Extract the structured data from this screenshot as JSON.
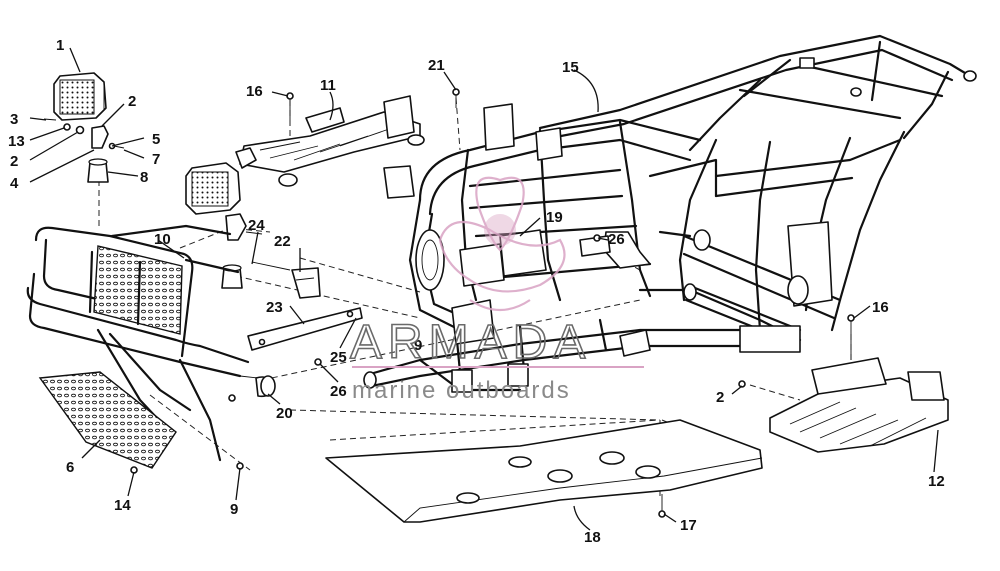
{
  "diagram": {
    "callouts": [
      {
        "id": "c1",
        "text": "1"
      },
      {
        "id": "c2a",
        "text": "2"
      },
      {
        "id": "c3",
        "text": "3"
      },
      {
        "id": "c13",
        "text": "13"
      },
      {
        "id": "c2b",
        "text": "2"
      },
      {
        "id": "c4",
        "text": "4"
      },
      {
        "id": "c5",
        "text": "5"
      },
      {
        "id": "c7",
        "text": "7"
      },
      {
        "id": "c8",
        "text": "8"
      },
      {
        "id": "c16a",
        "text": "16"
      },
      {
        "id": "c11",
        "text": "11"
      },
      {
        "id": "c21",
        "text": "21"
      },
      {
        "id": "c15",
        "text": "15"
      },
      {
        "id": "c10",
        "text": "10"
      },
      {
        "id": "c24",
        "text": "24"
      },
      {
        "id": "c22",
        "text": "22"
      },
      {
        "id": "c19",
        "text": "19"
      },
      {
        "id": "c26a",
        "text": "26"
      },
      {
        "id": "c23",
        "text": "23"
      },
      {
        "id": "c25",
        "text": "25"
      },
      {
        "id": "c9a",
        "text": "9"
      },
      {
        "id": "c26b",
        "text": "26"
      },
      {
        "id": "c20",
        "text": "20"
      },
      {
        "id": "c16b",
        "text": "16"
      },
      {
        "id": "c2c",
        "text": "2"
      },
      {
        "id": "c6",
        "text": "6"
      },
      {
        "id": "c14",
        "text": "14"
      },
      {
        "id": "c9b",
        "text": "9"
      },
      {
        "id": "c12",
        "text": "12"
      },
      {
        "id": "c18",
        "text": "18"
      },
      {
        "id": "c17",
        "text": "17"
      }
    ]
  },
  "watermark": {
    "brand": "ARMADA",
    "tagline": "marine outboards",
    "accent_color": "#d9a3c4",
    "line_color": "#6a6a6a"
  },
  "colors": {
    "ink": "#111111",
    "background": "#ffffff"
  }
}
